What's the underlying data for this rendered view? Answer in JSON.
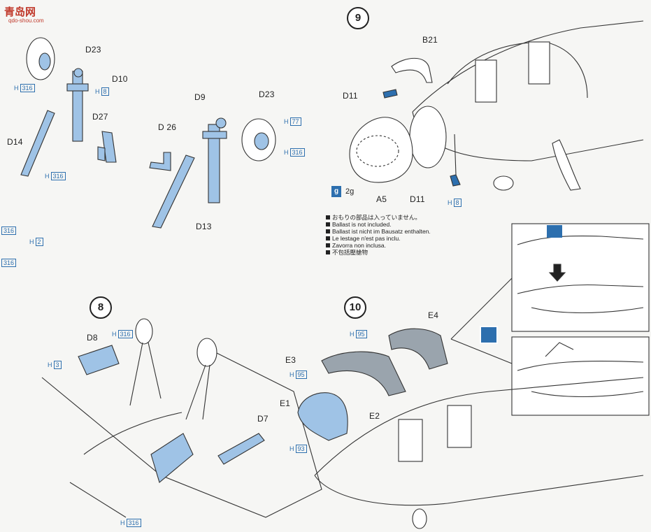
{
  "watermark": {
    "brand": "青岛网",
    "url": "qdo-shou.com"
  },
  "steps": [
    "8",
    "9",
    "10"
  ],
  "parts": {
    "d23a": "D23",
    "d10": "D10",
    "d27": "D27",
    "d14": "D14",
    "d9": "D9",
    "d23b": "D23",
    "d26": "D 26",
    "d13": "D13",
    "b21": "B21",
    "d11a": "D11",
    "d11b": "D11",
    "a5": "A5",
    "d8": "D8",
    "d7": "D7",
    "e4": "E4",
    "e3": "E3",
    "e1": "E1",
    "e2": "E2"
  },
  "paint": {
    "h316": "316",
    "h8": "8",
    "h77": "77",
    "h2": "2",
    "h3": "3",
    "h95": "95",
    "h93": "93"
  },
  "paint_prefix": "H",
  "ballast": {
    "icon": "g",
    "weight": "2g"
  },
  "ballast_note": [
    "おもりの部品は入っていません。",
    "Ballast is not included.",
    "Ballast ist nicht im Bausatz enthalten.",
    "Le lestage n'est pas inclu.",
    "Zavorra non inclusa.",
    "不包括壓艙物"
  ],
  "colors": {
    "accent": "#2d6fae",
    "fill": "#9fc3e6",
    "line": "#333333"
  }
}
